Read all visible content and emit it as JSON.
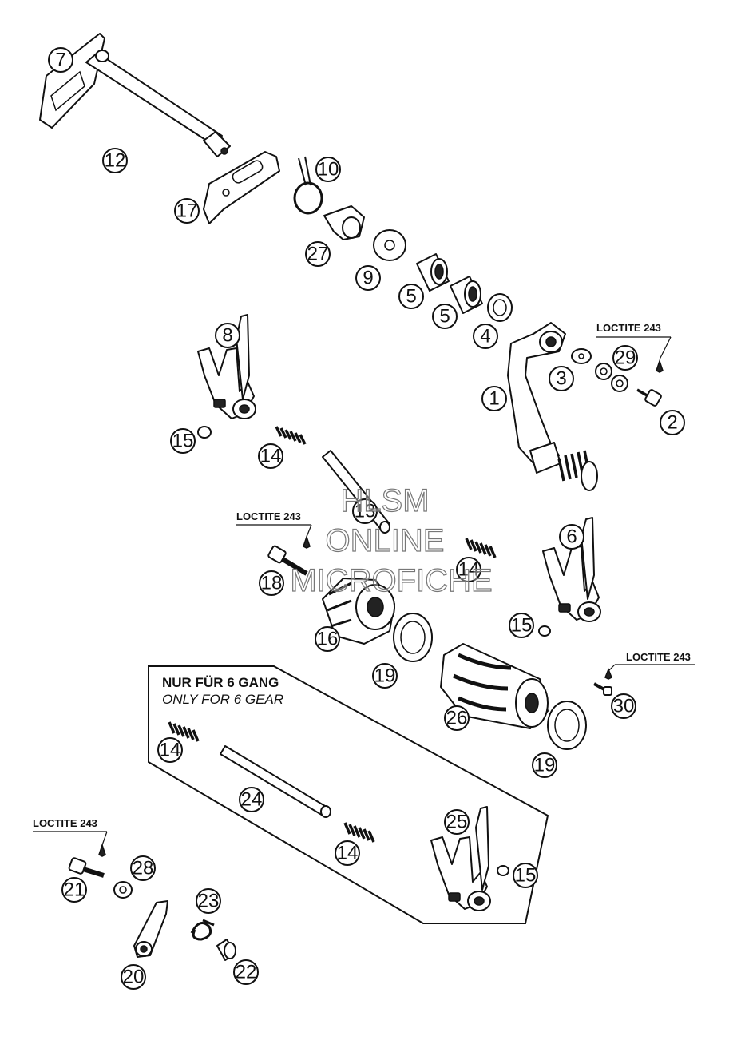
{
  "callouts": {
    "c1": "1",
    "c2": "2",
    "c3": "3",
    "c4": "4",
    "c5a": "5",
    "c5b": "5",
    "c6": "6",
    "c7": "7",
    "c8": "8",
    "c9": "9",
    "c10": "10",
    "c12": "12",
    "c13": "13",
    "c14a": "14",
    "c14b": "14",
    "c14c": "14",
    "c14d": "14",
    "c15a": "15",
    "c15b": "15",
    "c15c": "15",
    "c16": "16",
    "c17": "17",
    "c18": "18",
    "c19a": "19",
    "c19b": "19",
    "c20": "20",
    "c21": "21",
    "c22": "22",
    "c23": "23",
    "c24": "24",
    "c25": "25",
    "c26": "26",
    "c27": "27",
    "c28": "28",
    "c29": "29",
    "c30": "30"
  },
  "loctite": {
    "a": "LOCTITE 243",
    "b": "LOCTITE 243",
    "c": "LOCTITE 243",
    "d": "LOCTITE 243"
  },
  "note": {
    "line1": "NUR FÜR 6 GANG",
    "line2": "ONLY FOR 6 GEAR"
  },
  "watermark": {
    "line1": "HLSM",
    "line2": "ONLINE",
    "line3": "MICROFICHE"
  }
}
